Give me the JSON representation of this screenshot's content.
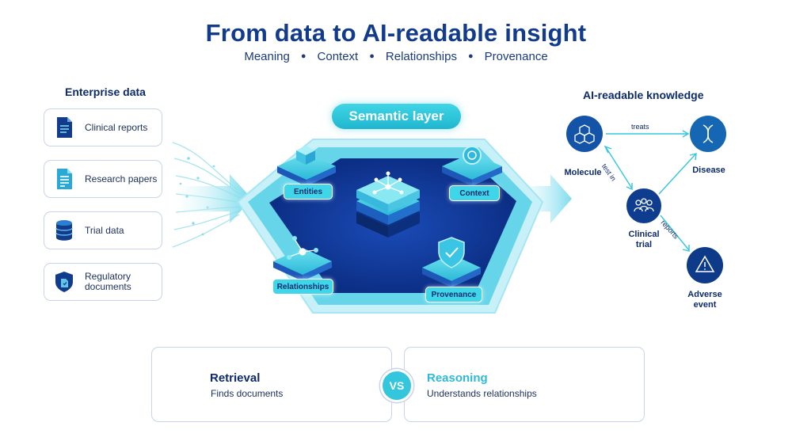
{
  "header": {
    "title": "From data to AI-readable insight",
    "subtitle_items": [
      "Meaning",
      "Context",
      "Relationships",
      "Provenance"
    ]
  },
  "enterprise": {
    "title": "Enterprise data",
    "items": [
      {
        "label": "Clinical reports",
        "icon": "document-icon"
      },
      {
        "label": "Research papers",
        "icon": "paper-icon"
      },
      {
        "label": "Trial data",
        "icon": "database-icon"
      },
      {
        "label": "Regulatory documents",
        "icon": "shield-document-icon"
      }
    ]
  },
  "semantic": {
    "title": "Semantic layer",
    "nodes": {
      "entities": "Entities",
      "context": "Context",
      "relationships": "Relationships",
      "provenance": "Provenance"
    }
  },
  "knowledge": {
    "title": "AI-readable knowledge",
    "nodes": {
      "molecule": "Molecule",
      "disease": "Disease",
      "clinical_trial_line1": "Clinical",
      "clinical_trial_line2": "trial",
      "adverse_line1": "Adverse",
      "adverse_line2": "event"
    },
    "edges": {
      "treats": "treats",
      "tested_in": "test in",
      "reports": "reports"
    }
  },
  "comparison": {
    "retrieval": {
      "title": "Retrieval",
      "subtitle": "Finds documents"
    },
    "vs": "VS",
    "reasoning": {
      "title": "Reasoning",
      "subtitle": "Understands relationships"
    }
  },
  "colors": {
    "navy": "#123b8c",
    "dark_blue": "#0d2a6b",
    "cyan": "#33c6dc",
    "light_cyan": "#aeeaf4"
  }
}
